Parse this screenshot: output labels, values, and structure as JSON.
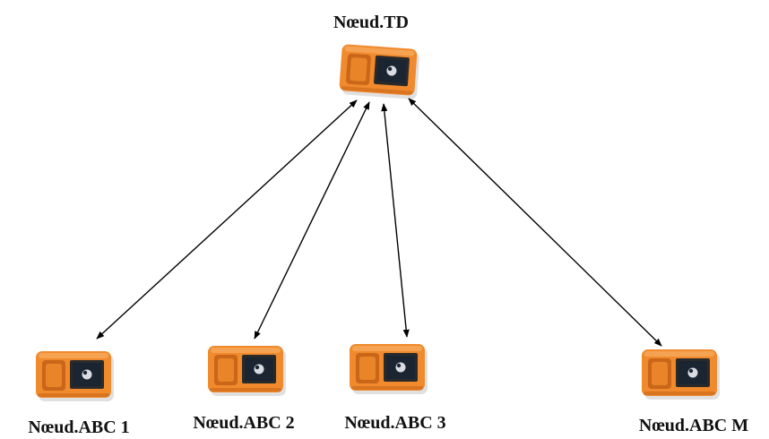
{
  "diagram": {
    "type": "star-network",
    "colors": {
      "device_body": "#f08a2c",
      "device_shadow": "#c9661a",
      "device_highlight": "#f7ad63",
      "screen": "#1b2532",
      "arrow": "#000000"
    },
    "center_node": {
      "label": "Nœud.TD",
      "icon": "sensor-node-icon"
    },
    "leaf_nodes": [
      {
        "label": "Nœud.ABC 1",
        "icon": "sensor-node-icon"
      },
      {
        "label": "Nœud.ABC 2",
        "icon": "sensor-node-icon"
      },
      {
        "label": "Nœud.ABC 3",
        "icon": "sensor-node-icon"
      },
      {
        "label": "Nœud.ABC M",
        "icon": "sensor-node-icon"
      }
    ],
    "links": [
      {
        "from": "Nœud.TD",
        "to": "Nœud.ABC 1",
        "direction": "bidirectional"
      },
      {
        "from": "Nœud.TD",
        "to": "Nœud.ABC 2",
        "direction": "bidirectional"
      },
      {
        "from": "Nœud.TD",
        "to": "Nœud.ABC 3",
        "direction": "bidirectional"
      },
      {
        "from": "Nœud.TD",
        "to": "Nœud.ABC M",
        "direction": "bidirectional"
      }
    ]
  }
}
